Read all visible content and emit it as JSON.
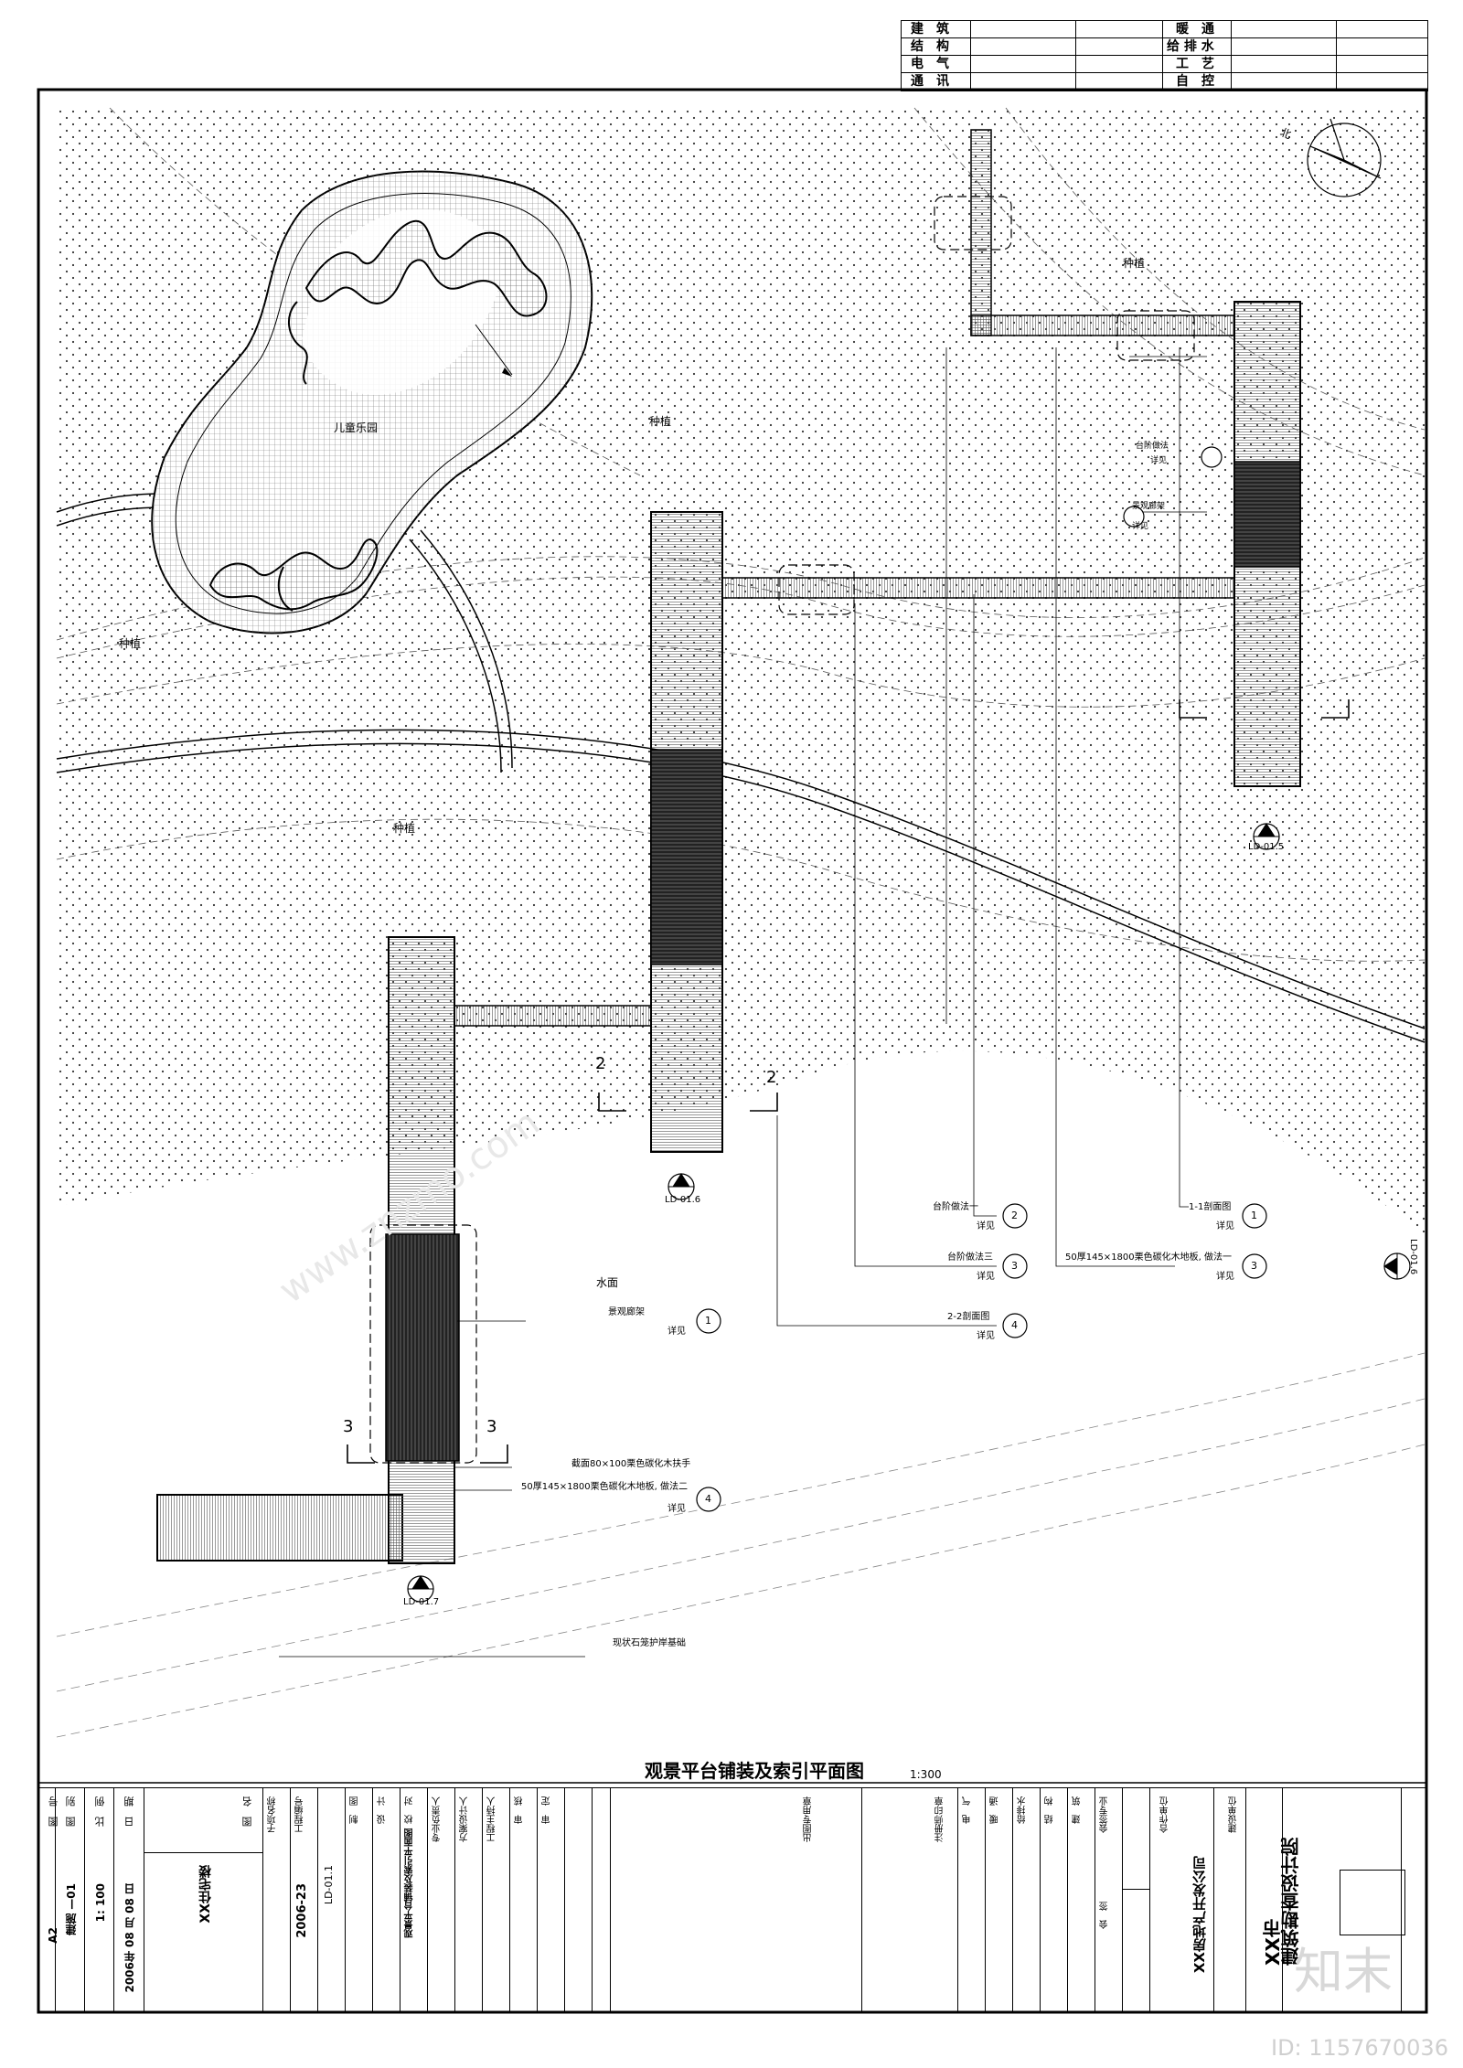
{
  "discipline_table": {
    "left": [
      "建　筑",
      "结　构",
      "电　气",
      "通　讯"
    ],
    "right": [
      "暖　通",
      "给 排 水",
      "工　艺",
      "自　控"
    ]
  },
  "plan_labels": {
    "playground": "儿童乐园",
    "planting": "种植",
    "water": "水面",
    "north": "北"
  },
  "section_marks": {
    "s2": "2",
    "s3": "3",
    "i1": "1",
    "i1_ref": "LD-01.5",
    "i3a": "3",
    "i3a_ref": "LD-01.6",
    "i3b": "3",
    "i3b_ref": "LD-01.7",
    "i3c_ref": "LD-01.6"
  },
  "callouts": [
    {
      "text": "台阶做法一",
      "sub": "详见",
      "num": "2"
    },
    {
      "text": "台阶做法三",
      "sub": "详见",
      "num": "3"
    },
    {
      "text": "2-2剖面图",
      "sub": "详见",
      "num": "4"
    },
    {
      "text": "1-1剖面图",
      "sub": "详见",
      "num": "1"
    },
    {
      "text": "50厚145×1800栗色碳化木地板, 做法一",
      "sub": "详见",
      "num": "3"
    },
    {
      "text": "景观廊架",
      "sub": "详见",
      "num": "1"
    },
    {
      "text": "截面80×100栗色碳化木扶手",
      "sub": "",
      "num": ""
    },
    {
      "text": "50厚145×1800栗色碳化木地板, 做法二",
      "sub": "详见",
      "num": "4"
    },
    {
      "text": "现状石笼护岸基础",
      "sub": "",
      "num": ""
    }
  ],
  "small_callouts": {
    "a": "台阶做法",
    "b": "详见",
    "c": "景观廊架",
    "d": "详见"
  },
  "drawing_title": "观景平台铺装及索引平面图",
  "drawing_scale": "1:300",
  "title_block": {
    "institute": "XX市\n建筑勘查设计院",
    "client_label": "建设单位",
    "client": "XX房地产开发公司",
    "coop_label": "合作单位",
    "sign_labels": [
      "会签专业",
      "建　筑",
      "结　构",
      "给排水",
      "暖　通",
      "电　气",
      "注册师印章"
    ],
    "sign_col2": [
      "会　签"
    ],
    "stamp_label": "出图专用章",
    "roles": [
      "审　定",
      "审　核",
      "工程主持人",
      "方案设计人",
      "专业负责人",
      "校　对",
      "设　计",
      "制　图"
    ],
    "drawing_name_vertical": "观景平台铺装及索引平面图",
    "project_no_label": "工程编号",
    "project_no": "2006-23",
    "sub_no_label": "子项名称",
    "sub_no": "LD-01.1",
    "figure_name_label": "图　名",
    "project_name": "XX住宅楼",
    "date_label": "日　期",
    "date": "2006年 08 月 08 日",
    "scale_label": "比　例",
    "scale": "1: 100",
    "category_label": "图　别",
    "category": "建施 —01",
    "sheet_label": "图　号",
    "sheet": "A2"
  },
  "watermark": {
    "brand": "知末",
    "id": "ID: 1157670036",
    "site": "www.znzmo.com"
  }
}
